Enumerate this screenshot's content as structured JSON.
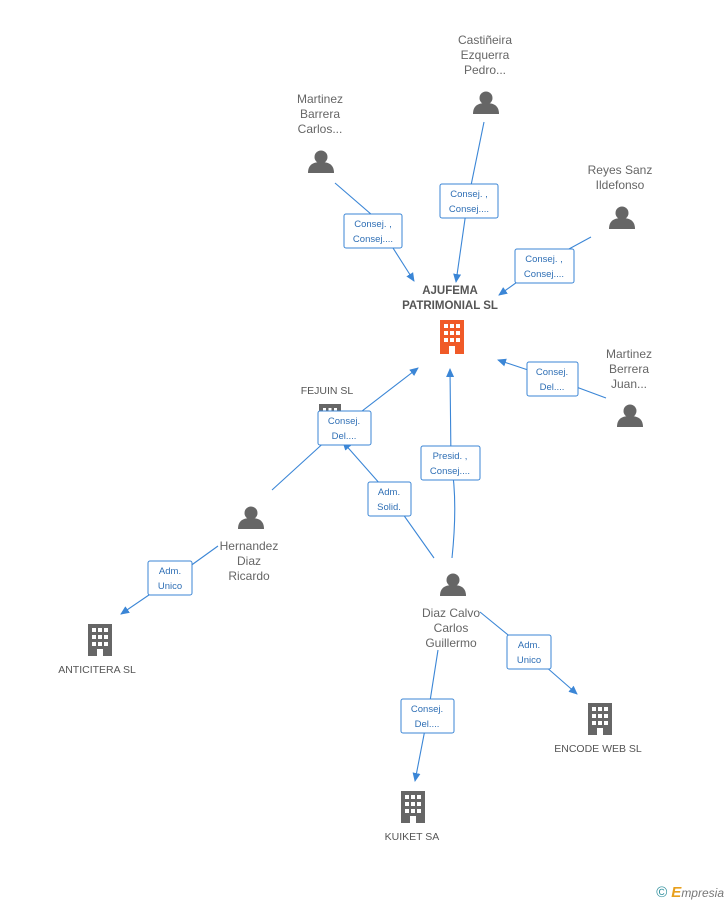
{
  "diagram": {
    "main_company": {
      "label_line1": "AJUFEMA",
      "label_line2": "PATRIMONIAL SL"
    },
    "people": [
      {
        "id": "castineira",
        "lines": [
          "Castiñeira",
          "Ezquerra",
          "Pedro..."
        ]
      },
      {
        "id": "martinez_barrera",
        "lines": [
          "Martinez",
          "Barrera",
          "Carlos..."
        ]
      },
      {
        "id": "reyes_sanz",
        "lines": [
          "Reyes Sanz",
          "Ildefonso"
        ]
      },
      {
        "id": "martinez_berrera",
        "lines": [
          "Martinez",
          "Berrera",
          "Juan..."
        ]
      },
      {
        "id": "hernandez_diaz",
        "lines": [
          "Hernandez",
          "Diaz",
          "Ricardo"
        ]
      },
      {
        "id": "diaz_calvo",
        "lines": [
          "Diaz Calvo",
          "Carlos",
          "Guillermo"
        ]
      }
    ],
    "companies": [
      {
        "id": "fejuin",
        "label": "FEJUIN  SL"
      },
      {
        "id": "anticitera",
        "label": "ANTICITERA SL"
      },
      {
        "id": "encode_web",
        "label": "ENCODE WEB SL"
      },
      {
        "id": "kuiket",
        "label": "KUIKET SA"
      }
    ],
    "edges": [
      {
        "id": "e_castineira",
        "lines": [
          "Consej. ,",
          "Consej...."
        ]
      },
      {
        "id": "e_martinez_barrera",
        "lines": [
          "Consej. ,",
          "Consej...."
        ]
      },
      {
        "id": "e_reyes_sanz",
        "lines": [
          "Consej. ,",
          "Consej...."
        ]
      },
      {
        "id": "e_martinez_berrera",
        "lines": [
          "Consej.",
          "Del...."
        ]
      },
      {
        "id": "e_hernandez_main",
        "lines": [
          "Consej.",
          "Del...."
        ]
      },
      {
        "id": "e_diaz_main",
        "lines": [
          "Presid. ,",
          "Consej...."
        ]
      },
      {
        "id": "e_diaz_fejuin",
        "lines": [
          "Adm.",
          "Solid."
        ]
      },
      {
        "id": "e_hernandez_anticitera",
        "lines": [
          "Adm.",
          "Unico"
        ]
      },
      {
        "id": "e_diaz_encode",
        "lines": [
          "Adm.",
          "Unico"
        ]
      },
      {
        "id": "e_diaz_kuiket",
        "lines": [
          "Consej.",
          "Del...."
        ]
      }
    ]
  },
  "footer": {
    "copyright_symbol": "©",
    "brand_initial": "E",
    "brand_rest": "mpresia"
  },
  "colors": {
    "edge": "#3b86d6",
    "main_company": "#f05a28",
    "company": "#666666",
    "person": "#666666"
  }
}
